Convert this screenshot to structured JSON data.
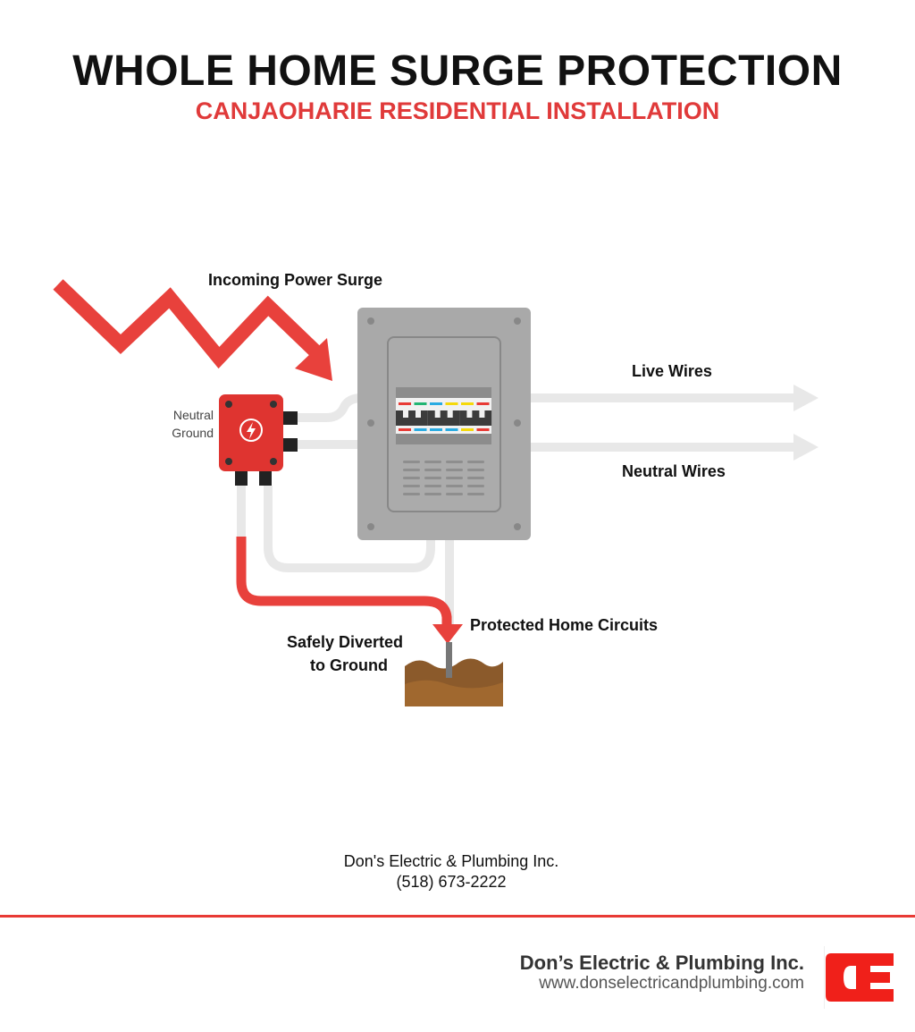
{
  "header": {
    "title": "WHOLE HOME SURGE PROTECTION",
    "subtitle": "CANJAOHARIE RESIDENTIAL INSTALLATION"
  },
  "diagram": {
    "incoming_label": "Incoming Power Surge",
    "device_labels": [
      "Neutral",
      "Ground"
    ],
    "live_label": "Live Wires",
    "neutral_label": "Neutral Wires",
    "protected_label": "Protected Home Circuits",
    "diverted_label": [
      "Safely Diverted",
      "to Ground"
    ],
    "breaker_colors_top": [
      "#e83a35",
      "#22b573",
      "#29abe2",
      "#f5d90a",
      "#f5d90a",
      "#e83a35"
    ],
    "breaker_colors_bottom": [
      "#e83a35",
      "#29abe2",
      "#29abe2",
      "#29abe2",
      "#f5d90a",
      "#e83a35"
    ],
    "surge_color": "#e8413c"
  },
  "contact": {
    "company": "Don's Electric & Plumbing Inc.",
    "phone": "(518) 673-2222"
  },
  "footer": {
    "company": "Don’s Electric & Plumbing Inc.",
    "url": "www.donselectricandplumbing.com",
    "logo_text": "DE"
  }
}
